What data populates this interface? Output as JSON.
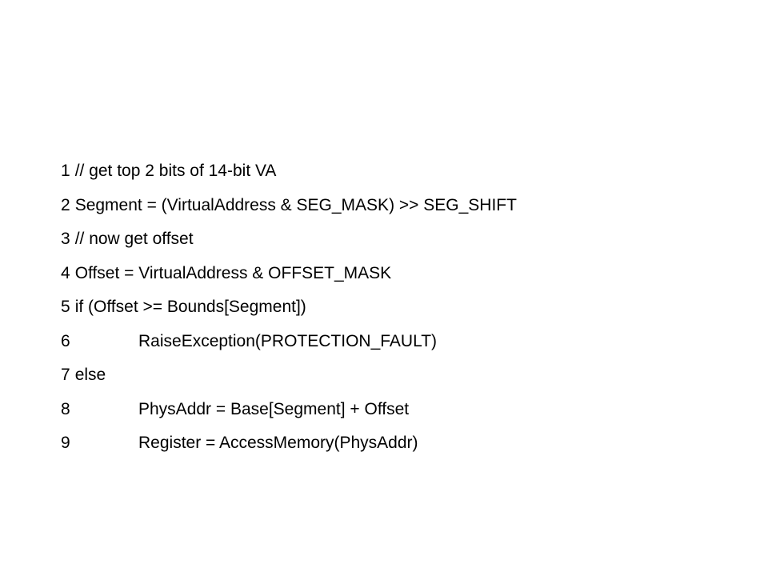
{
  "code": {
    "lines": [
      {
        "num": "1",
        "text": "// get top 2 bits of 14-bit VA",
        "indent": false
      },
      {
        "num": "2",
        "text": "Segment = (VirtualAddress & SEG_MASK) >> SEG_SHIFT",
        "indent": false
      },
      {
        "num": "3",
        "text": "// now get offset",
        "indent": false
      },
      {
        "num": "4",
        "text": "Offset = VirtualAddress & OFFSET_MASK",
        "indent": false
      },
      {
        "num": "5",
        "text": "if (Offset >= Bounds[Segment])",
        "indent": false
      },
      {
        "num": "6",
        "text": "RaiseException(PROTECTION_FAULT)",
        "indent": true
      },
      {
        "num": "7",
        "text": "else",
        "indent": false
      },
      {
        "num": "8",
        "text": "PhysAddr = Base[Segment] + Offset",
        "indent": true
      },
      {
        "num": "9",
        "text": "Register = AccessMemory(PhysAddr)",
        "indent": true
      }
    ]
  }
}
